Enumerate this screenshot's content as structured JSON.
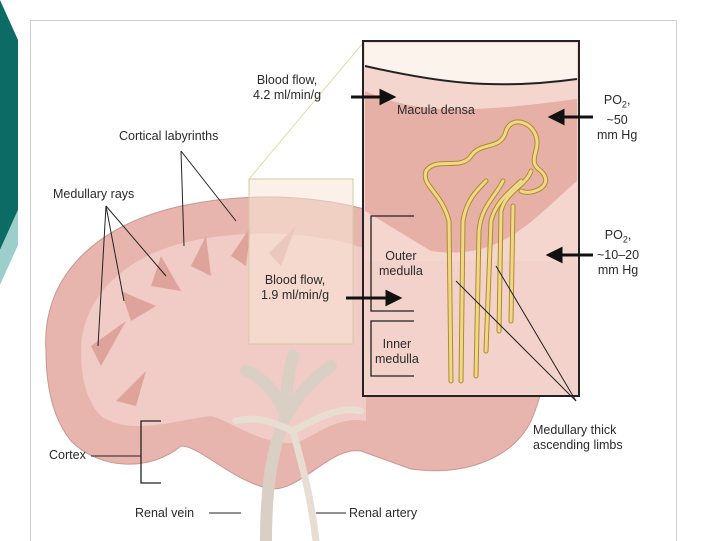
{
  "theme": {
    "accent_teal": "#0d6b66",
    "accent_light": "#9ccfcc",
    "tissue_pink": "#e8b5ae",
    "tubule_yellow": "#e9d27a"
  },
  "labels": {
    "blood_flow_cortex": [
      "Blood flow,",
      "4.2 ml/min/g"
    ],
    "macula_densa": "Macula densa",
    "po2_cortex": [
      "PO",
      "~50",
      "mm Hg"
    ],
    "cortical_labyrinths": "Cortical labyrinths",
    "medullary_rays": "Medullary rays",
    "outer_medulla": [
      "Outer",
      "medulla"
    ],
    "po2_medulla": [
      "PO",
      "~10–20",
      "mm Hg"
    ],
    "blood_flow_medulla": [
      "Blood flow,",
      "1.9 ml/min/g"
    ],
    "inner_medulla": [
      "Inner",
      "medulla"
    ],
    "medullary_thick": [
      "Medullary thick",
      "ascending limbs"
    ],
    "cortex": "Cortex",
    "renal_vein": "Renal vein",
    "renal_artery": "Renal artery"
  },
  "po2_subscript": "2"
}
